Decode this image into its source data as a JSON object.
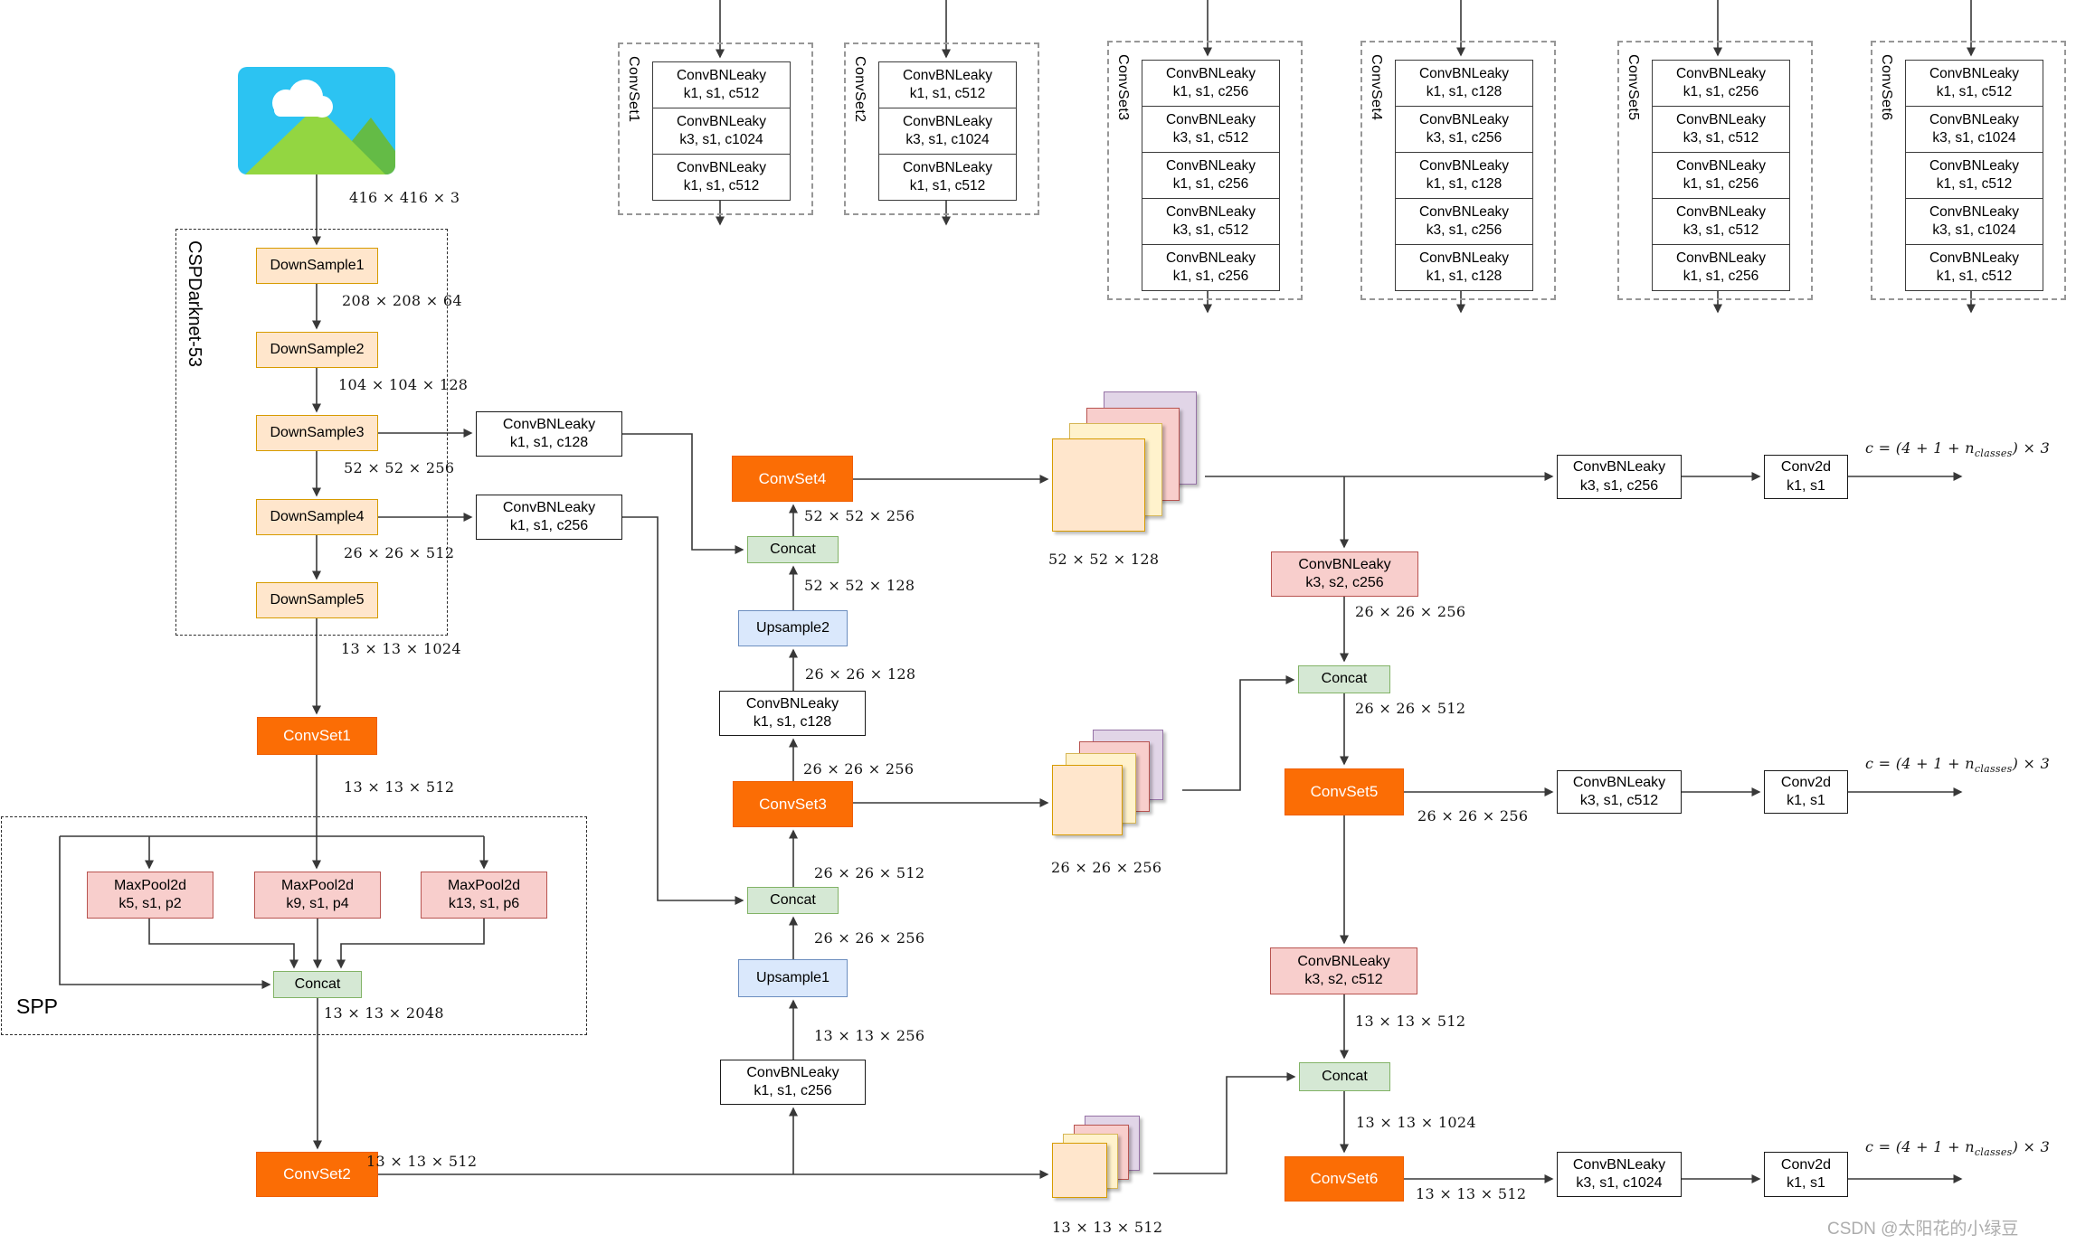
{
  "backbone": {
    "label": "CSPDarknet-53",
    "input_dim": "416 × 416 × 3",
    "downsamples": [
      {
        "label": "DownSample1",
        "out_dim": "208 × 208 × 64"
      },
      {
        "label": "DownSample2",
        "out_dim": "104 × 104 × 128"
      },
      {
        "label": "DownSample3",
        "out_dim": "52 × 52 × 256"
      },
      {
        "label": "DownSample4",
        "out_dim": "26 × 26 × 512"
      },
      {
        "label": "DownSample5",
        "out_dim": "13 × 13 × 1024"
      }
    ]
  },
  "convset_groups": [
    {
      "name": "ConvSet1",
      "rows": [
        {
          "t": "ConvBNLeaky",
          "p": "k1, s1, c512"
        },
        {
          "t": "ConvBNLeaky",
          "p": "k3, s1, c1024"
        },
        {
          "t": "ConvBNLeaky",
          "p": "k1, s1, c512"
        }
      ]
    },
    {
      "name": "ConvSet2",
      "rows": [
        {
          "t": "ConvBNLeaky",
          "p": "k1, s1, c512"
        },
        {
          "t": "ConvBNLeaky",
          "p": "k3, s1, c1024"
        },
        {
          "t": "ConvBNLeaky",
          "p": "k1, s1, c512"
        }
      ]
    },
    {
      "name": "ConvSet3",
      "rows": [
        {
          "t": "ConvBNLeaky",
          "p": "k1, s1, c256"
        },
        {
          "t": "ConvBNLeaky",
          "p": "k3, s1, c512"
        },
        {
          "t": "ConvBNLeaky",
          "p": "k1, s1, c256"
        },
        {
          "t": "ConvBNLeaky",
          "p": "k3, s1, c512"
        },
        {
          "t": "ConvBNLeaky",
          "p": "k1, s1, c256"
        }
      ]
    },
    {
      "name": "ConvSet4",
      "rows": [
        {
          "t": "ConvBNLeaky",
          "p": "k1, s1, c128"
        },
        {
          "t": "ConvBNLeaky",
          "p": "k3, s1, c256"
        },
        {
          "t": "ConvBNLeaky",
          "p": "k1, s1, c128"
        },
        {
          "t": "ConvBNLeaky",
          "p": "k3, s1, c256"
        },
        {
          "t": "ConvBNLeaky",
          "p": "k1, s1, c128"
        }
      ]
    },
    {
      "name": "ConvSet5",
      "rows": [
        {
          "t": "ConvBNLeaky",
          "p": "k1, s1, c256"
        },
        {
          "t": "ConvBNLeaky",
          "p": "k3, s1, c512"
        },
        {
          "t": "ConvBNLeaky",
          "p": "k1, s1, c256"
        },
        {
          "t": "ConvBNLeaky",
          "p": "k3, s1, c512"
        },
        {
          "t": "ConvBNLeaky",
          "p": "k1, s1, c256"
        }
      ]
    },
    {
      "name": "ConvSet6",
      "rows": [
        {
          "t": "ConvBNLeaky",
          "p": "k1, s1, c512"
        },
        {
          "t": "ConvBNLeaky",
          "p": "k3, s1, c1024"
        },
        {
          "t": "ConvBNLeaky",
          "p": "k1, s1, c512"
        },
        {
          "t": "ConvBNLeaky",
          "p": "k3, s1, c1024"
        },
        {
          "t": "ConvBNLeaky",
          "p": "k1, s1, c512"
        }
      ]
    }
  ],
  "spp": {
    "label": "SPP",
    "pools": [
      {
        "t": "MaxPool2d",
        "p": "k5, s1, p2"
      },
      {
        "t": "MaxPool2d",
        "p": "k9, s1, p4"
      },
      {
        "t": "MaxPool2d",
        "p": "k13, s1, p6"
      }
    ],
    "concat": "Concat",
    "out_dim": "13 × 13 × 2048"
  },
  "neck": {
    "convset1": {
      "label": "ConvSet1",
      "out_dim": "13 × 13 × 512"
    },
    "convset2": {
      "label": "ConvSet2",
      "out_dim": "13 × 13 × 512"
    },
    "route_from_ds3": {
      "t": "ConvBNLeaky",
      "p": "k1, s1, c128"
    },
    "route_from_ds4": {
      "t": "ConvBNLeaky",
      "p": "k1, s1, c256"
    },
    "reduce13": {
      "t": "ConvBNLeaky",
      "p": "k1, s1, c256",
      "out_dim": "13 × 13 × 256"
    },
    "upsample1": {
      "label": "Upsample1",
      "out_dim": "26 × 26 × 256"
    },
    "concat26": {
      "label": "Concat",
      "out_dim": "26 × 26 × 512"
    },
    "convset3": {
      "label": "ConvSet3",
      "out_dim": "26 × 26 × 256"
    },
    "reduce26": {
      "t": "ConvBNLeaky",
      "p": "k1, s1, c128",
      "out_dim": "26 × 26 × 128"
    },
    "upsample2": {
      "label": "Upsample2",
      "out_dim": "52 × 52 × 128"
    },
    "concat52": {
      "label": "Concat",
      "out_dim": "52 × 52 × 256"
    },
    "convset4": {
      "label": "ConvSet4"
    }
  },
  "panet": {
    "down52": {
      "t": "ConvBNLeaky",
      "p": "k3, s2, c256",
      "out_dim": "26 × 26 × 256"
    },
    "concat26r": {
      "label": "Concat",
      "out_dim": "26 × 26 × 512"
    },
    "convset5": {
      "label": "ConvSet5",
      "out_dim": "26 × 26 × 256"
    },
    "down26": {
      "t": "ConvBNLeaky",
      "p": "k3, s2, c512",
      "out_dim": "13 × 13 × 512"
    },
    "concat13r": {
      "label": "Concat",
      "out_dim": "13 × 13 × 1024"
    },
    "convset6": {
      "label": "ConvSet6",
      "out_dim": "13 × 13 × 512"
    }
  },
  "feature_maps": [
    {
      "dim": "52 × 52 × 128"
    },
    {
      "dim": "26 × 26 × 256"
    },
    {
      "dim": "13 × 13 × 512"
    }
  ],
  "heads": [
    {
      "conv": {
        "t": "ConvBNLeaky",
        "p": "k3, s1, c256"
      },
      "conv2d": {
        "t": "Conv2d",
        "p": "k1, s1"
      },
      "formula_pre": "c = (4 + 1 + n",
      "formula_sub": "classes",
      "formula_post": ") × 3"
    },
    {
      "conv": {
        "t": "ConvBNLeaky",
        "p": "k3, s1, c512"
      },
      "conv2d": {
        "t": "Conv2d",
        "p": "k1, s1"
      },
      "formula_pre": "c = (4 + 1 + n",
      "formula_sub": "classes",
      "formula_post": ") × 3"
    },
    {
      "conv": {
        "t": "ConvBNLeaky",
        "p": "k3, s1, c1024"
      },
      "conv2d": {
        "t": "Conv2d",
        "p": "k1, s1"
      },
      "formula_pre": "c = (4 + 1 + n",
      "formula_sub": "classes",
      "formula_post": ") × 3"
    }
  ],
  "watermark": "CSDN @太阳花的小绿豆",
  "colors": {
    "accent_orange": "#fb6d05",
    "box_tan": "#ffe6cc",
    "box_pink": "#f8cecc",
    "box_green": "#d5e8d4",
    "box_blue": "#dae8fc",
    "fm_purple": "#e1d5e7",
    "fm_yellow": "#fff2cc"
  }
}
